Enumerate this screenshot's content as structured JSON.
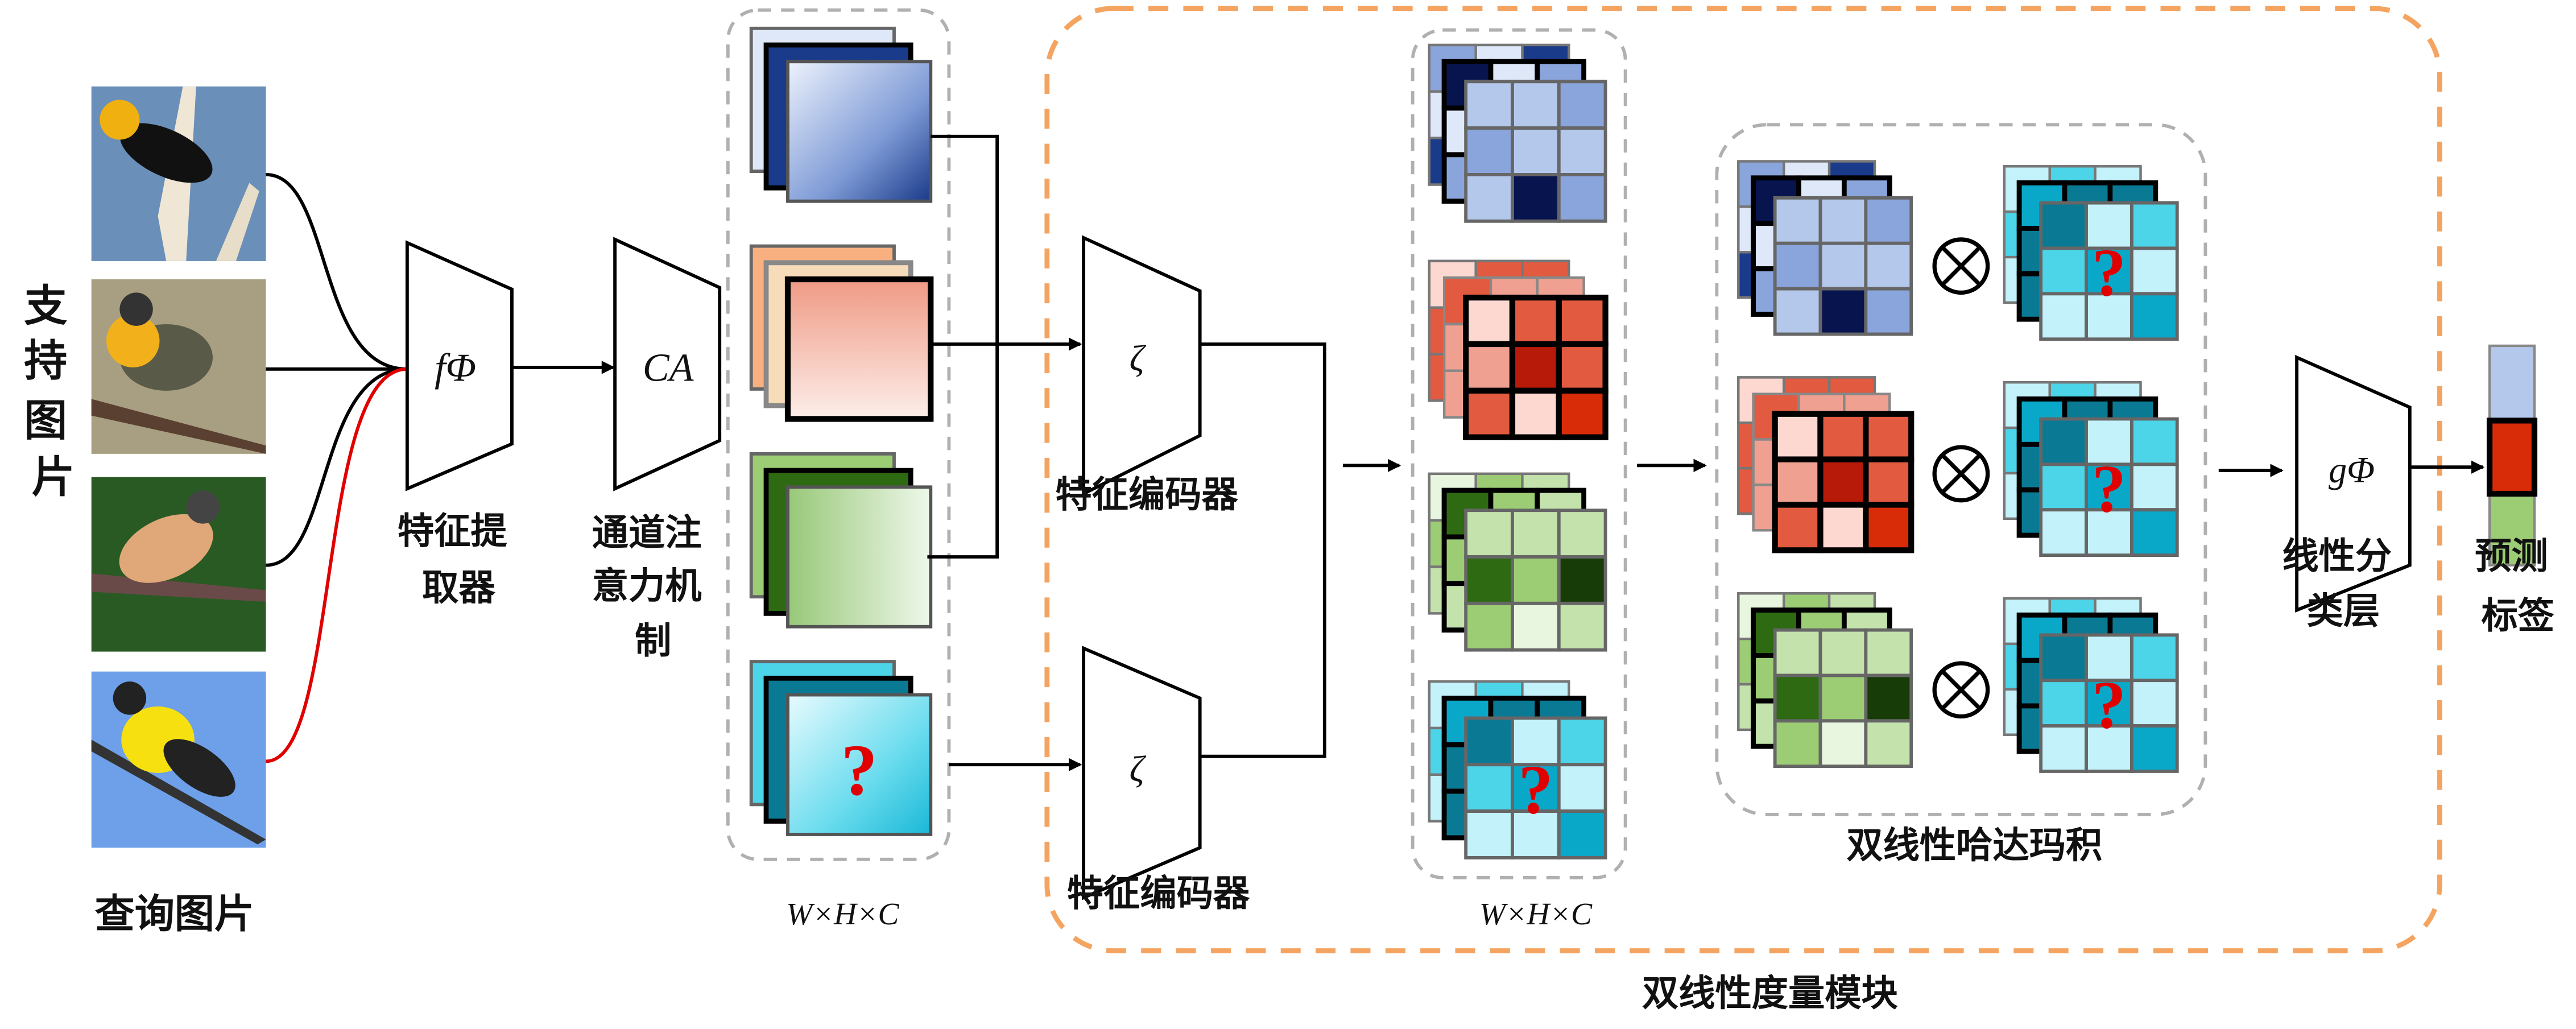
{
  "labels": {
    "support_images": [
      "支",
      "持",
      "图",
      "片"
    ],
    "query_images": "查询图片",
    "feature_extractor": [
      "特征提",
      "取器"
    ],
    "feature_extractor_symbol": "fΦ",
    "channel_attention": [
      "通道注",
      "意力机",
      "制"
    ],
    "channel_attention_symbol": "CA",
    "encoder_symbol": "ζ",
    "feature_encoder_top": "特征编码器",
    "feature_encoder_bottom": "特征编码器",
    "dims_1": "W×H×C",
    "dims_2": "W×H×C",
    "hadamard": "双线性哈达玛积",
    "otimes": "⊗",
    "classifier_symbol": "gΦ",
    "classifier": [
      "线性分",
      "类层"
    ],
    "prediction": [
      "预测",
      "标签"
    ],
    "bilinear_module": "双线性度量模块",
    "unknown_mark": "?"
  },
  "colors": {
    "module_border": "#f4a460",
    "dashed_border": "#b0b0b0",
    "query_line": "#e00000",
    "question": "#e00000",
    "blue": [
      "#dfe8f8",
      "#b4c8ec",
      "#8aa4dc",
      "#1a3a8a",
      "#08144e"
    ],
    "red": [
      "#fcd8d0",
      "#f0a090",
      "#e25a40",
      "#b81a0a",
      "#d82c08"
    ],
    "green": [
      "#e8f6df",
      "#c4e2ac",
      "#9ccc74",
      "#2d6a12",
      "#173c08"
    ],
    "teal": [
      "#c4f2fa",
      "#4cd4e8",
      "#0aa8c8",
      "#0a7a94"
    ]
  }
}
